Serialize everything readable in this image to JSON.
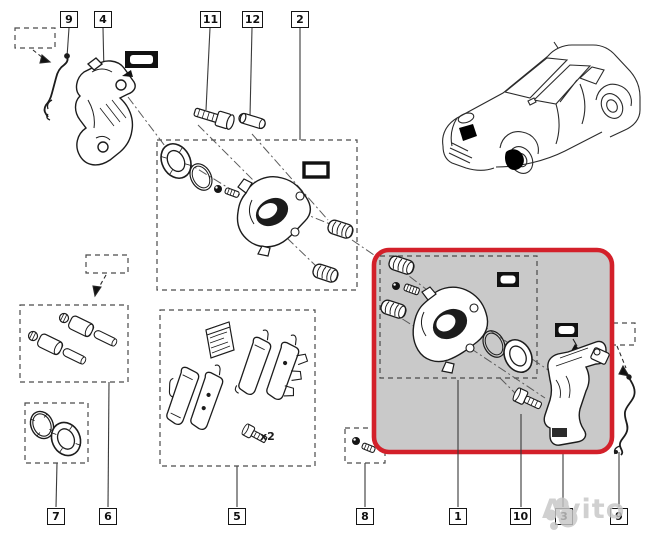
{
  "diagram": {
    "type": "exploded-parts-diagram",
    "subject": "front-brake-caliper-assembly",
    "line_color": "#1c1c1c",
    "highlight": {
      "border_color": "#d3202a",
      "fill_color": "#c9c9c9"
    },
    "callouts": {
      "top": [
        {
          "id": "9-top",
          "label": "9"
        },
        {
          "id": "4",
          "label": "4"
        },
        {
          "id": "11",
          "label": "11"
        },
        {
          "id": "12",
          "label": "12"
        },
        {
          "id": "2",
          "label": "2"
        }
      ],
      "bottom": [
        {
          "id": "7",
          "label": "7"
        },
        {
          "id": "6",
          "label": "6"
        },
        {
          "id": "5",
          "label": "5"
        },
        {
          "id": "8",
          "label": "8"
        },
        {
          "id": "1",
          "label": "1"
        },
        {
          "id": "10",
          "label": "10"
        },
        {
          "id": "3",
          "label": "3"
        },
        {
          "id": "9-bottom",
          "label": "9"
        }
      ]
    },
    "annotations": {
      "pad_bolt_qty": "x2"
    },
    "icons": {
      "label_plate": "label-plate-icon",
      "arrow": "pointer-arrow-icon",
      "car": "vehicle-location-icon"
    }
  },
  "watermark": {
    "logo": "avito-circles-logo",
    "text": "Avito",
    "color": "#c6c6c6"
  }
}
